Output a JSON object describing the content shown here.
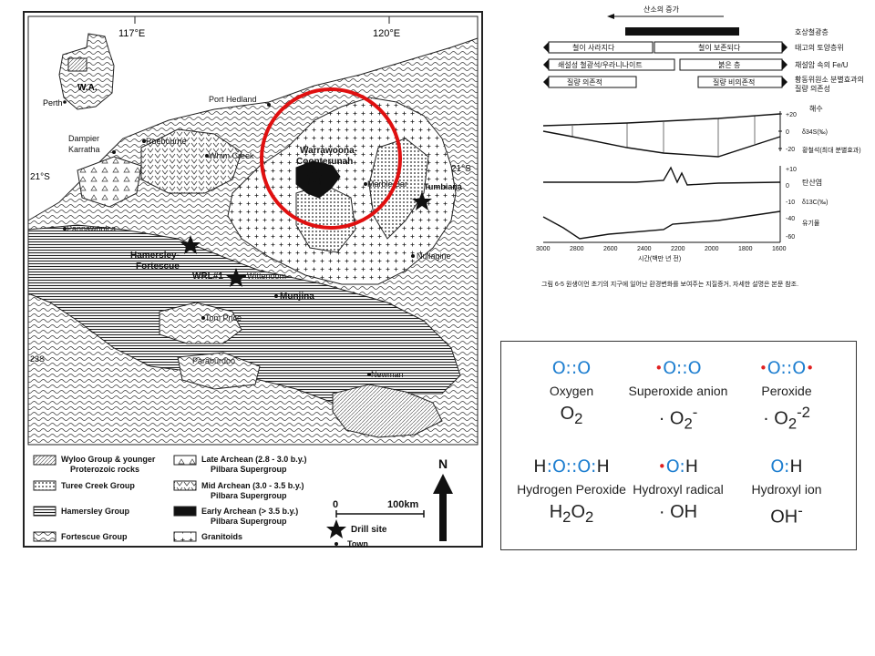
{
  "map": {
    "longitudes": [
      "117°E",
      "120°E"
    ],
    "latitudes_left": [
      "21°S",
      "23S"
    ],
    "latitudes_right": [
      "21°S"
    ],
    "inset_label": "W.A.",
    "inset_city": "Perth",
    "places": {
      "port_hedland": "Port Hedland",
      "dampier": "Dampier",
      "karratha": "Karratha",
      "roebourne": "Roebourne",
      "whim_creek": "Whim Creek",
      "warrawoona": "Warrawoona-",
      "coonterunah": "Coonterunah",
      "marble_bar": "Marble Bar",
      "tumbiana": "Tumbiana",
      "pannawonica": "Pannawonica",
      "hamersley": "Hamersley-",
      "fortescue": "Fortescue",
      "nullagine": "Nullagine",
      "wrl": "WRL#1",
      "wittenoom": "Wittenoom",
      "munjina": "Munjina",
      "tom_price": "Tom Price",
      "paraburdoo": "Paraburdoo",
      "newman": "Newman"
    },
    "legend": {
      "wyloo_1": "Wyloo Group & younger",
      "wyloo_2": "Proterozoic rocks",
      "turee": "Turee Creek Group",
      "hamersley": "Hamersley Group",
      "fortescue": "Fortescue Group",
      "late_1": "Late Archean (2.8 - 3.0 b.y.)",
      "late_2": "Pilbara Supergroup",
      "mid_1": "Mid Archean (3.0 - 3.5 b.y.)",
      "mid_2": "Pilbara Supergroup",
      "early_1": "Early Archean (> 3.5 b.y.)",
      "early_2": "Pilbara Supergroup",
      "granitoids": "Granitoids",
      "scale_start": "0",
      "scale_end": "100km",
      "drill": "Drill site",
      "town": "Town",
      "north": "N"
    },
    "highlight_color": "#e01010"
  },
  "timeline": {
    "oxygen_label": "산소의 증가",
    "rows": {
      "bif": "호상철광층",
      "paleosol_right": "태고의 토양층위",
      "paleosol_left": "철이 사라지다",
      "paleosol_mid": "철이 보존되다",
      "basalt_right": "채설암 속의 Fe/U",
      "basalt_left": "쇄설성 철광석/우라니나이트",
      "basalt_mid": "붉은 층",
      "mif_right_1": "황동위원소 분별효과의",
      "mif_right_2": "질량 의존성",
      "mif_left": "질량 의존적",
      "mif_mid": "질량 비의존적"
    },
    "sulfur": {
      "seawater": "해수",
      "delta": "δ34S(‰)",
      "pyrite": "황철석(최대 분별효과)",
      "ticks": [
        "+20",
        "0",
        "-20"
      ]
    },
    "carbon": {
      "carbonate": "탄산염",
      "delta": "δ13C(‰)",
      "organic": "유기물",
      "ticks": [
        "+10",
        "0",
        "-10",
        "-40",
        "-60"
      ]
    },
    "axis": {
      "ticks": [
        "3000",
        "2800",
        "2600",
        "2400",
        "2200",
        "2000",
        "1800",
        "1600"
      ],
      "label": "시간(백만 년 전)"
    },
    "caption": "그림 6-5   원생이언 초기의 지구에 일어난 환경변화를 보여주는 지질증거, 자세한 설명은 본문 참조."
  },
  "ros": {
    "items": [
      {
        "name": "Oxygen",
        "formula_main": "O",
        "formula_sub": "2",
        "formula_sup": "",
        "prefix": ""
      },
      {
        "name": "Superoxide anion",
        "formula_main": "O",
        "formula_sub": "2",
        "formula_sup": "-",
        "prefix": "· "
      },
      {
        "name": "Peroxide",
        "formula_main": "O",
        "formula_sub": "2",
        "formula_sup": "-2",
        "prefix": "· "
      },
      {
        "name": "Hydrogen Peroxide",
        "formula_main": "H",
        "formula_sub": "2",
        "formula_sup": "",
        "prefix": ""
      },
      {
        "name": "Hydroxyl radical",
        "formula_main": "OH",
        "formula_sub": "",
        "formula_sup": "",
        "prefix": "· "
      },
      {
        "name": "Hydroxyl ion",
        "formula_main": "OH",
        "formula_sub": "",
        "formula_sup": "-",
        "prefix": ""
      }
    ],
    "h2o2_tail_main": "O",
    "h2o2_tail_sub": "2",
    "atom_o": "O",
    "atom_h": "H",
    "electron_color": "#1f7fd0",
    "radical_color": "#e02020"
  }
}
